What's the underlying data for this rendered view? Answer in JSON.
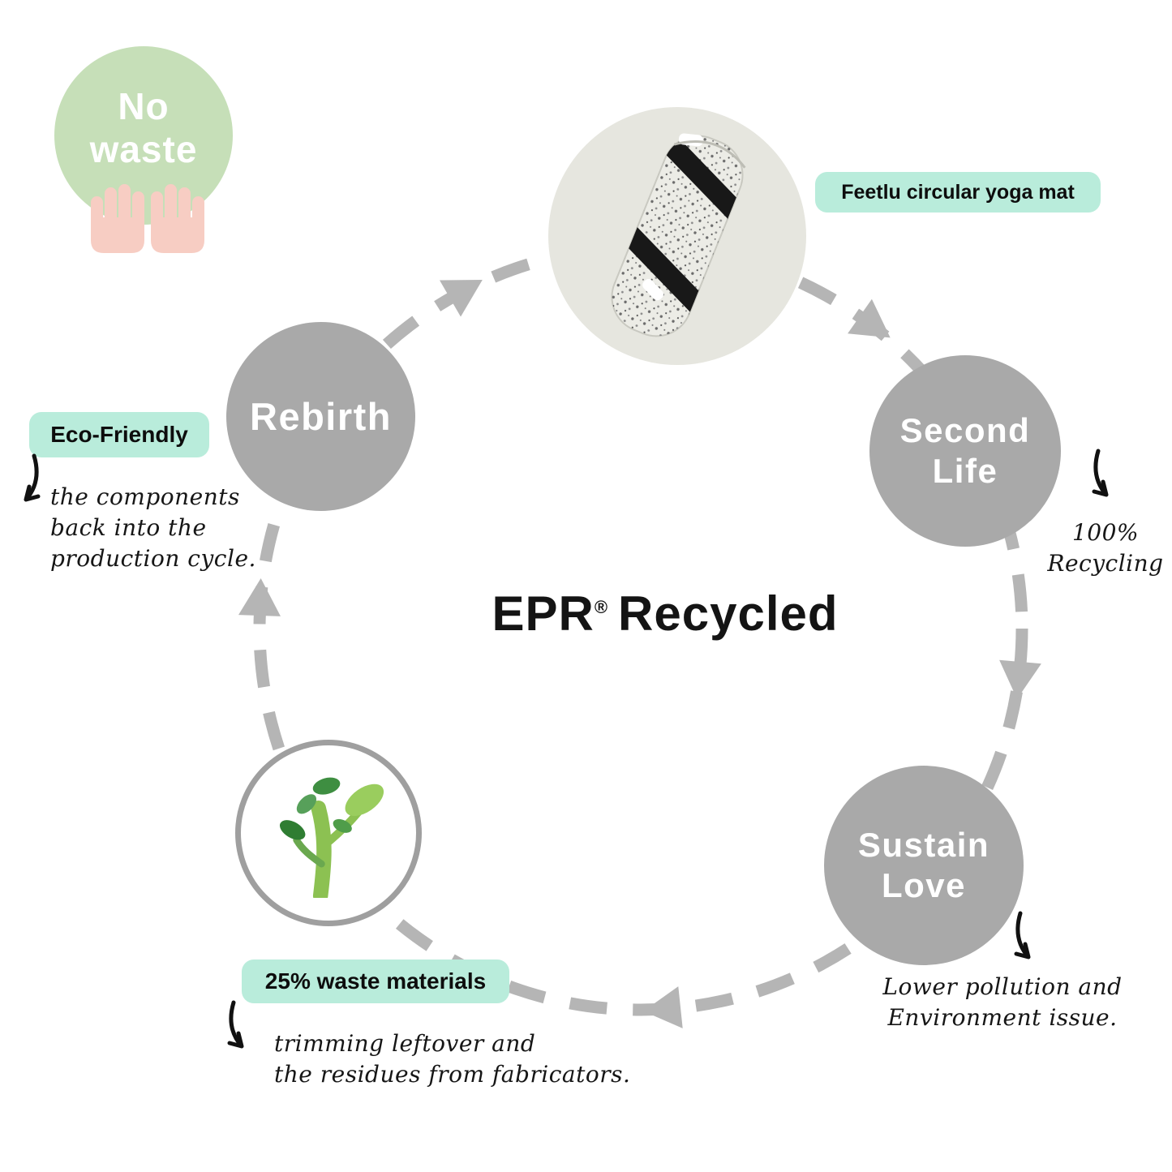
{
  "title": {
    "brand": "EPR",
    "registered": "®",
    "word": "Recycled"
  },
  "no_waste": {
    "label": "No\nwaste"
  },
  "product": {
    "label": "Feetlu circular yoga mat",
    "icon": "yoga-mat-roll"
  },
  "second_life": {
    "label": "Second\nLife",
    "note": "100%\nRecycling"
  },
  "sustain_love": {
    "label": "Sustain\nLove",
    "note": "Lower pollution and\nEnvironment issue."
  },
  "waste_materials": {
    "pill": "25% waste materials",
    "note": "trimming leftover and\nthe residues from fabricators.",
    "icon": "sapling"
  },
  "rebirth": {
    "label": "Rebirth",
    "pill": "Eco-Friendly",
    "note": "the components\nback into the\nproduction cycle."
  },
  "colors": {
    "mint": "#b9ecdb",
    "badge_green": "#c6dfb8",
    "node_gray": "#a9a9a9",
    "ring_gray": "#b5b5b5",
    "hand_pink": "#f7cdc3",
    "product_bg": "#e6e6df",
    "ink": "#111111"
  }
}
